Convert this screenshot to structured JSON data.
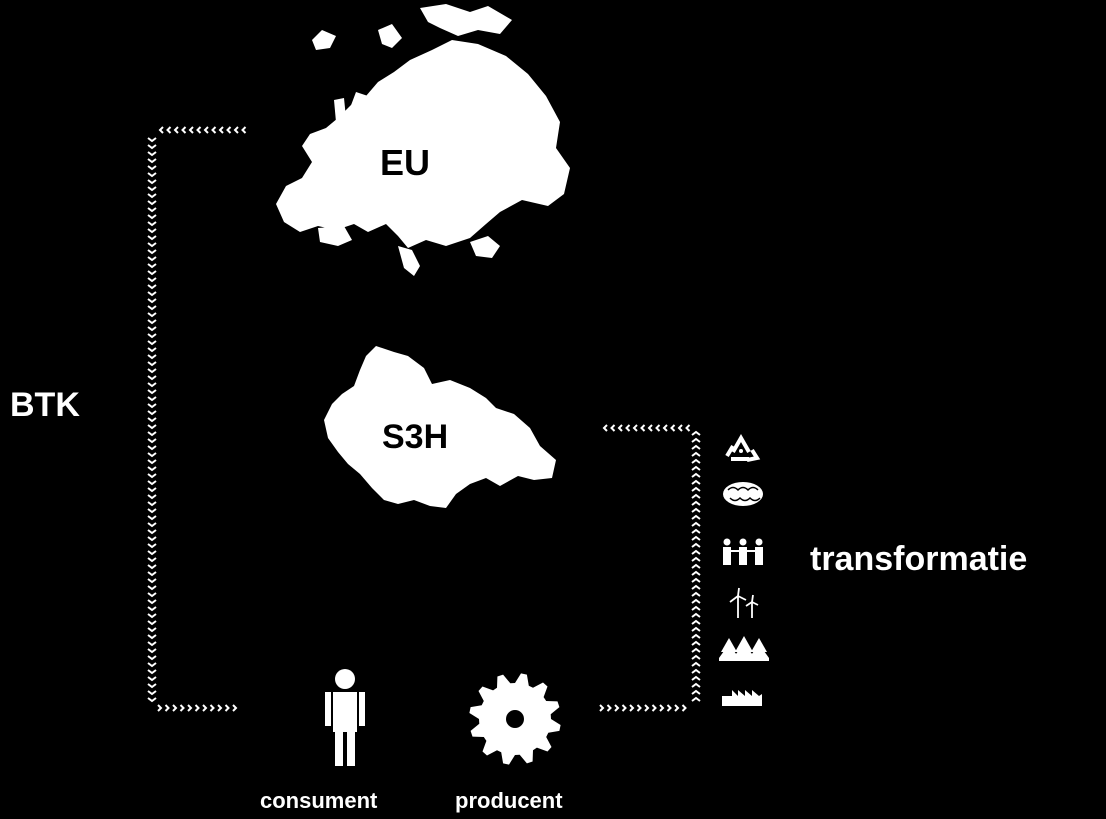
{
  "labels": {
    "eu": "EU",
    "region": "S3H",
    "left_flow": "BTK",
    "right_flow": "transformatie",
    "consumer": "consument",
    "producer": "producent"
  },
  "icons": {
    "europe_map": "europe-map-icon",
    "region_map": "s3h-region-map-icon",
    "consumer": "person-icon",
    "producer": "gear-icon",
    "transformation": [
      "recycle-icon",
      "brain-icon",
      "people-icon",
      "wind-turbine-icon",
      "forest-icon",
      "factory-icon"
    ]
  },
  "colors": {
    "background": "#000000",
    "foreground": "#ffffff"
  }
}
